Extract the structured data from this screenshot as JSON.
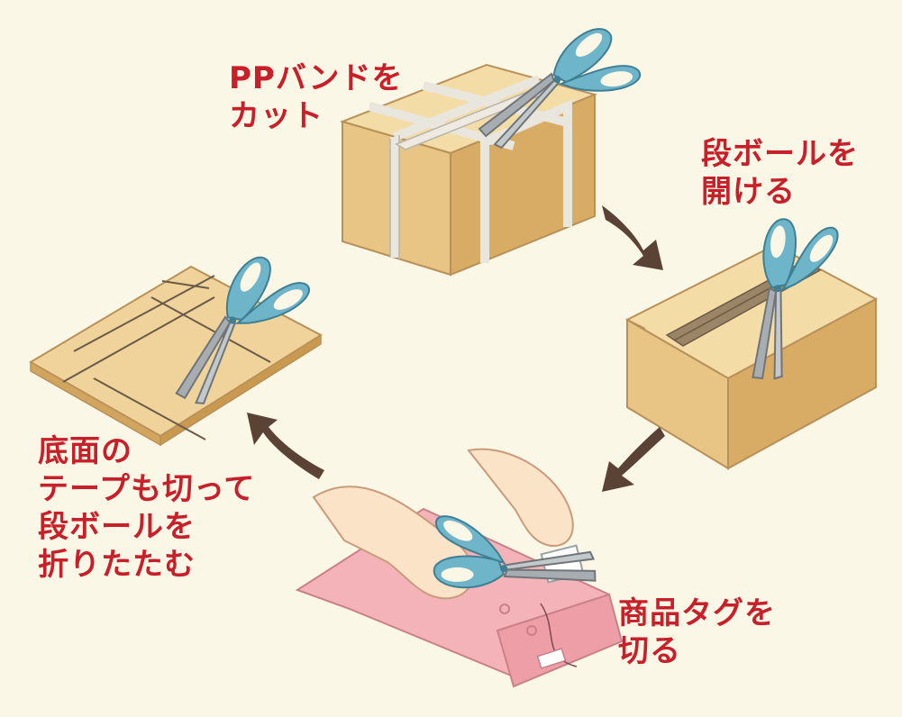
{
  "colors": {
    "background": "#fbf7e6",
    "label_red": "#c8202a",
    "cardboard_light": "#f0d39a",
    "cardboard_mid": "#e6c07e",
    "cardboard_dark": "#d2a55e",
    "band_gray": "#d8d4cc",
    "tape_brown": "#8f7a5c",
    "arrow_brown": "#5a4234",
    "scissor_blade": "#9aa0a4",
    "scissor_handle": "#6fb5c9",
    "skin": "#fbe3c8",
    "bag_pink": "#f2aab0",
    "tag_white": "#ffffff"
  },
  "icons": [
    "scissors-icon",
    "cycle-arrow-icon"
  ],
  "steps": [
    {
      "id": "cut-pp-band",
      "lines": [
        "PPバンドを",
        "カット"
      ]
    },
    {
      "id": "open-box",
      "lines": [
        "段ボールを",
        "開ける"
      ]
    },
    {
      "id": "cut-tag",
      "lines": [
        "商品タグを",
        "切る"
      ]
    },
    {
      "id": "fold-box",
      "lines": [
        "底面の",
        "テープも切って",
        "段ボールを",
        "折りたたむ"
      ]
    }
  ]
}
